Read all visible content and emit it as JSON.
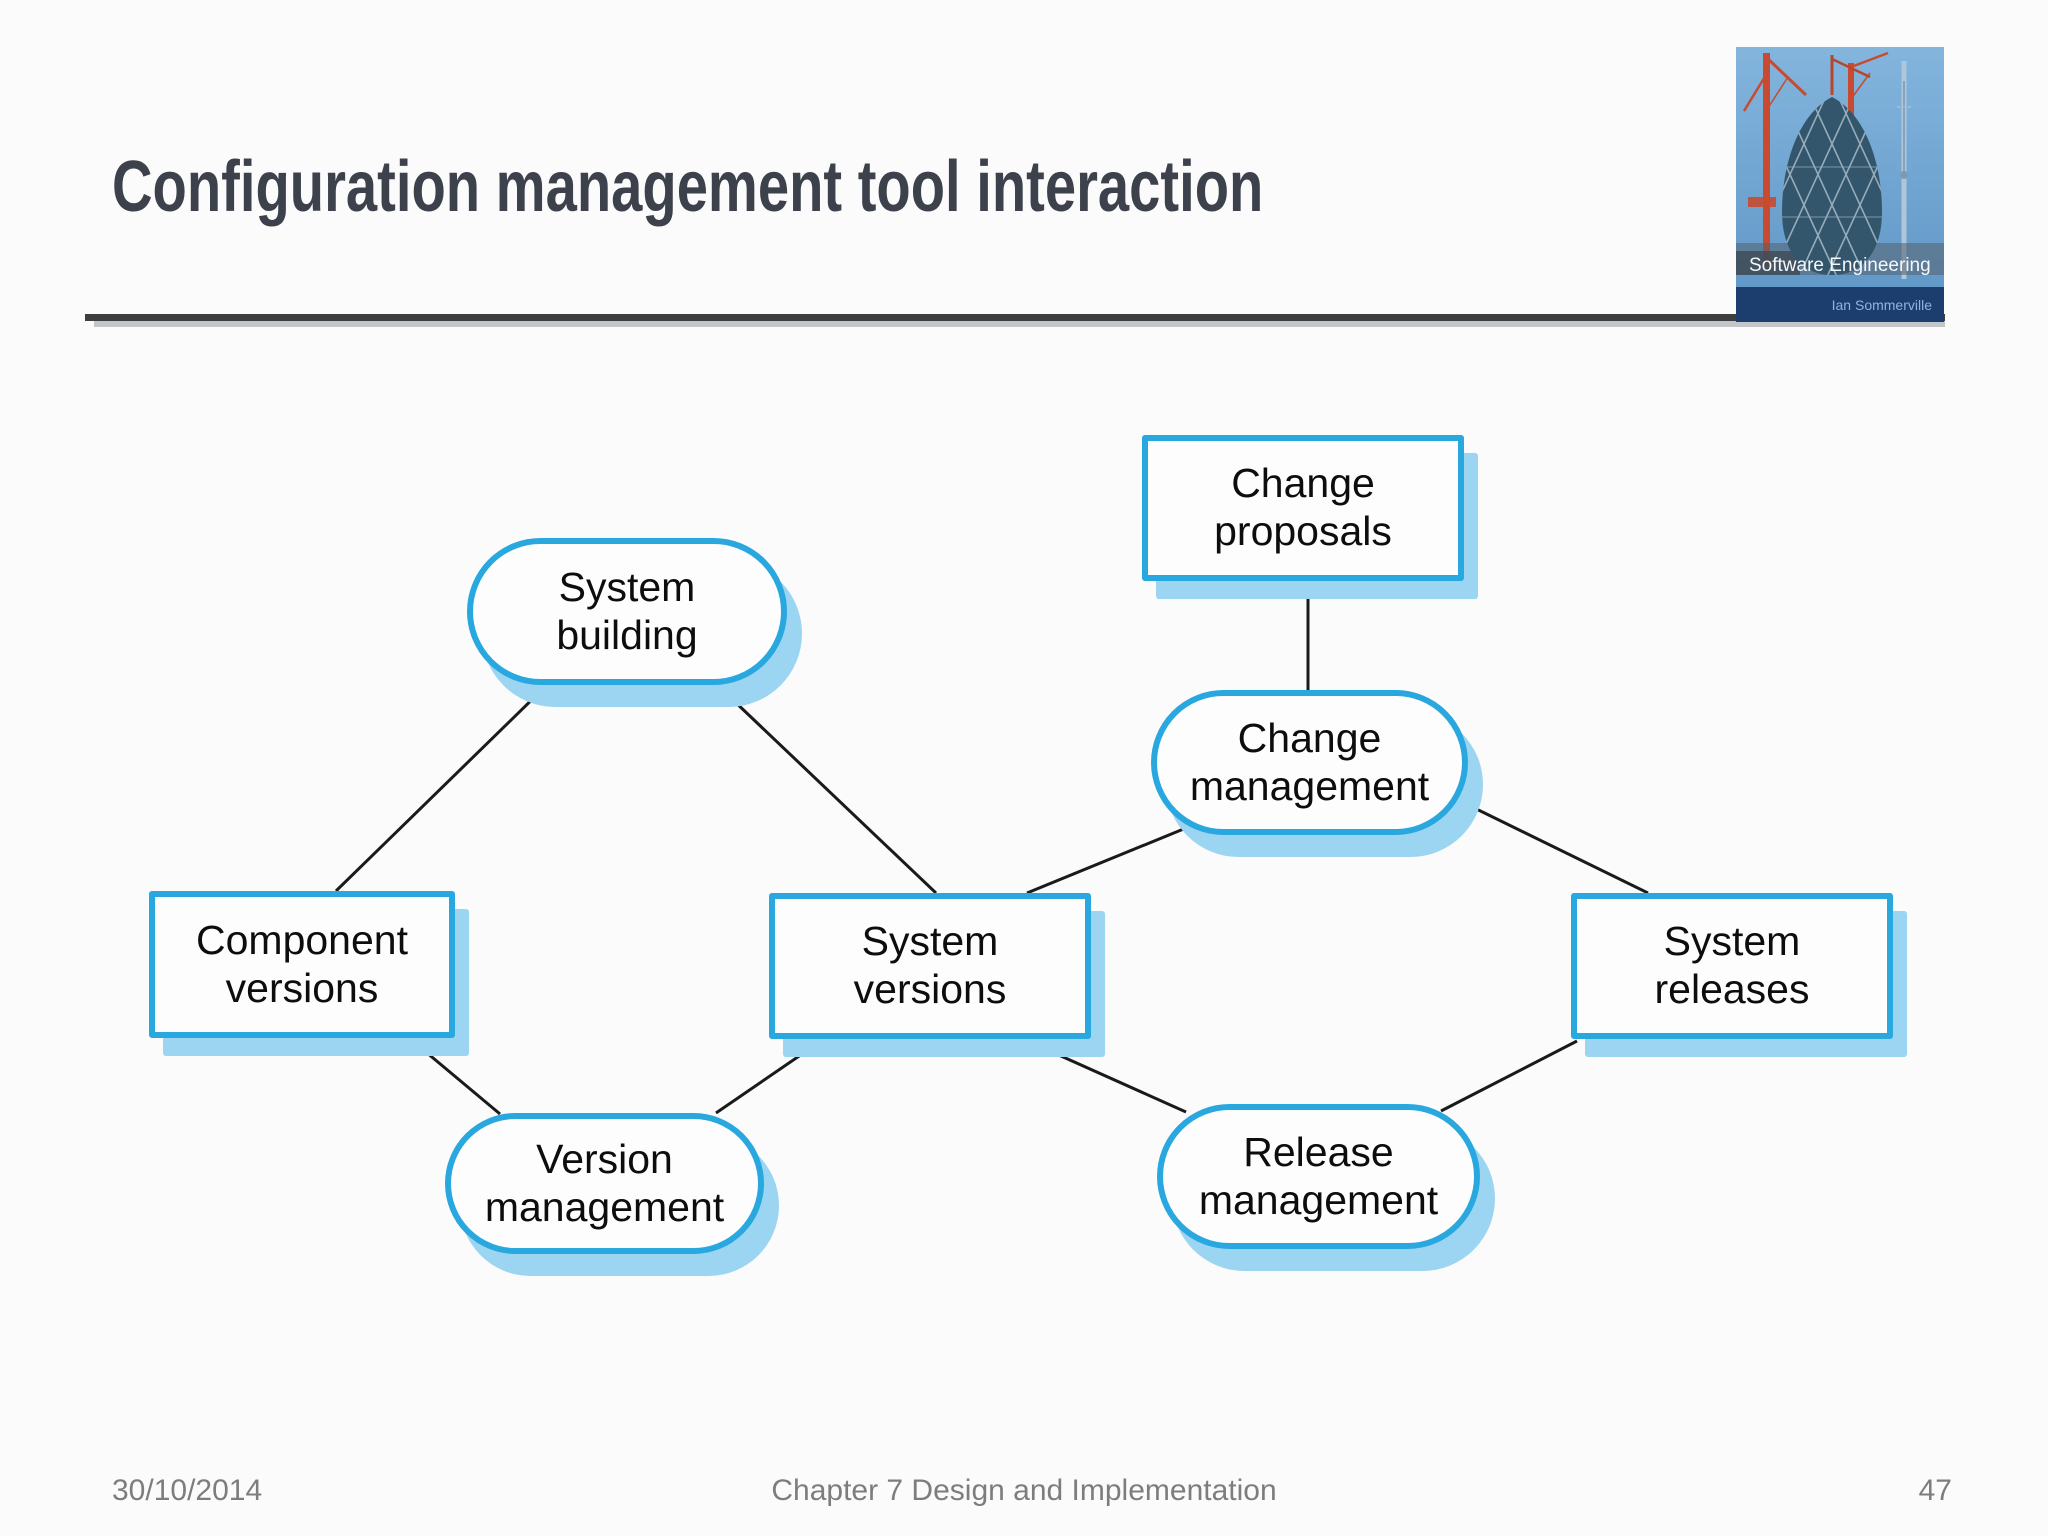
{
  "slide": {
    "title": "Configuration management tool interaction",
    "footer": {
      "date": "30/10/2014",
      "center": "Chapter 7 Design and Implementation",
      "page": "47"
    }
  },
  "logo": {
    "title": "Software Engineering",
    "author": "Ian Sommerville"
  },
  "colors": {
    "node_border": "#29A7DF",
    "node_shadow": "#9BD5F1",
    "node_fill": "#FDFDFE",
    "edge_line": "#1A1A1A",
    "title_text": "#3C414B",
    "rule_dark": "#3D3E40",
    "rule_shadow": "#B9BCBE",
    "footer_text": "#7D7D7D",
    "logo_band": "#1C3E6E"
  },
  "diagram": {
    "nodes": [
      {
        "id": "system-building",
        "shape": "stadium",
        "label": "System\nbuilding"
      },
      {
        "id": "change-proposals",
        "shape": "rect",
        "label": "Change\nproposals"
      },
      {
        "id": "change-management",
        "shape": "stadium",
        "label": "Change\nmanagement"
      },
      {
        "id": "component-versions",
        "shape": "rect",
        "label": "Component\nversions"
      },
      {
        "id": "system-versions",
        "shape": "rect",
        "label": "System\nversions"
      },
      {
        "id": "system-releases",
        "shape": "rect",
        "label": "System\nreleases"
      },
      {
        "id": "version-management",
        "shape": "stadium",
        "label": "Version\nmanagement"
      },
      {
        "id": "release-management",
        "shape": "stadium",
        "label": "Release\nmanagement"
      }
    ],
    "edges": [
      {
        "from": "system-building",
        "to": "component-versions"
      },
      {
        "from": "system-building",
        "to": "system-versions"
      },
      {
        "from": "change-proposals",
        "to": "change-management"
      },
      {
        "from": "change-management",
        "to": "system-versions"
      },
      {
        "from": "change-management",
        "to": "system-releases"
      },
      {
        "from": "component-versions",
        "to": "version-management"
      },
      {
        "from": "system-versions",
        "to": "version-management"
      },
      {
        "from": "system-versions",
        "to": "release-management"
      },
      {
        "from": "release-management",
        "to": "system-releases"
      }
    ]
  }
}
